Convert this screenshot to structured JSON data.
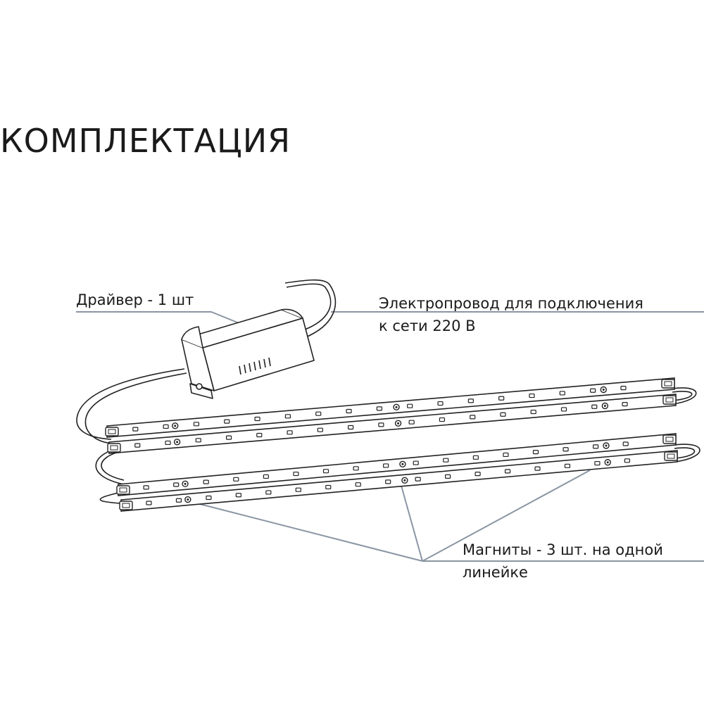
{
  "title": "КОМПЛЕКТАЦИЯ",
  "labels": {
    "driver": "Драйвер - 1 шт",
    "wire_line1": "Электропровод для подключения",
    "wire_line2": "к сети 220 В",
    "magnets_line1": "Магниты - 3 шт. на одной",
    "magnets_line2": "линейке"
  },
  "colors": {
    "leader_line": "#8a96a3",
    "outline": "#222222",
    "text": "#1a1a1a"
  },
  "strips": {
    "count": 4,
    "leds_per_strip": 17,
    "magnets_per_strip": 3
  }
}
